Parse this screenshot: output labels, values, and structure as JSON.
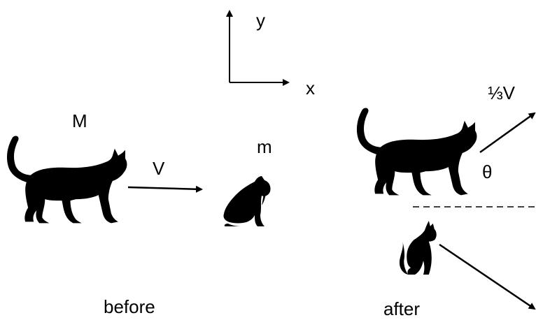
{
  "axes": {
    "x_label": "x",
    "y_label": "y"
  },
  "labels": {
    "big_mass": "M",
    "small_mass": "m",
    "initial_velocity": "V",
    "final_velocity_big": "⅓V",
    "angle": "θ",
    "before": "before",
    "after": "after"
  },
  "colors": {
    "ink": "#000000",
    "background": "#ffffff"
  },
  "icons": {
    "large_cat_before": "walking-cat-silhouette",
    "small_cat_before": "grooming-cat-silhouette",
    "large_cat_after": "walking-cat-silhouette",
    "small_cat_after": "sitting-cat-silhouette"
  }
}
